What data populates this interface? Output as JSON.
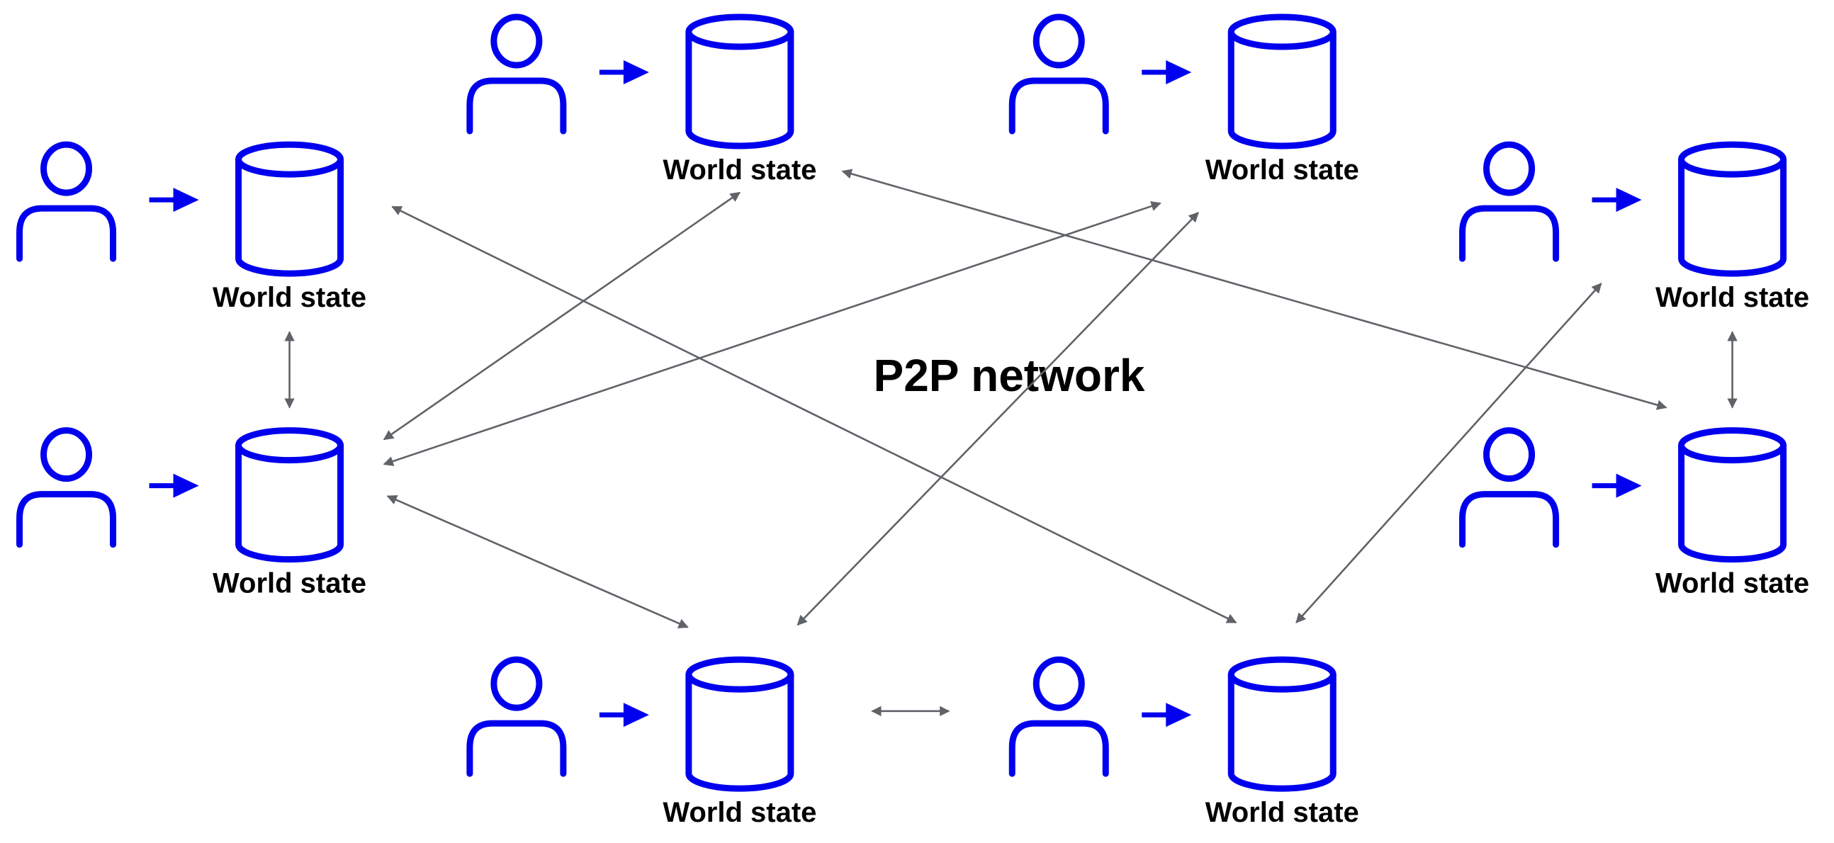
{
  "diagram": {
    "title": "P2P network",
    "colors": {
      "node": "#0000ee",
      "link": "#5f6368",
      "text": "#000000"
    },
    "nodes": [
      {
        "id": "a",
        "label": "World state",
        "icons": [
          "user-icon",
          "arrow-right-icon",
          "database-icon"
        ]
      },
      {
        "id": "b",
        "label": "World state",
        "icons": [
          "user-icon",
          "arrow-right-icon",
          "database-icon"
        ]
      },
      {
        "id": "c",
        "label": "World state",
        "icons": [
          "user-icon",
          "arrow-right-icon",
          "database-icon"
        ]
      },
      {
        "id": "d",
        "label": "World state",
        "icons": [
          "user-icon",
          "arrow-right-icon",
          "database-icon"
        ]
      },
      {
        "id": "e",
        "label": "World state",
        "icons": [
          "user-icon",
          "arrow-right-icon",
          "database-icon"
        ]
      },
      {
        "id": "f",
        "label": "World state",
        "icons": [
          "user-icon",
          "arrow-right-icon",
          "database-icon"
        ]
      },
      {
        "id": "g",
        "label": "World state",
        "icons": [
          "user-icon",
          "arrow-right-icon",
          "database-icon"
        ]
      },
      {
        "id": "h",
        "label": "World state",
        "icons": [
          "user-icon",
          "arrow-right-icon",
          "database-icon"
        ]
      }
    ],
    "links": [
      {
        "from": "a",
        "to": "b",
        "bidirectional": true
      },
      {
        "from": "a",
        "to": "h",
        "bidirectional": true
      },
      {
        "from": "c",
        "to": "b",
        "bidirectional": true
      },
      {
        "from": "d",
        "to": "b",
        "bidirectional": true
      },
      {
        "from": "b",
        "to": "g",
        "bidirectional": true
      },
      {
        "from": "c",
        "to": "f",
        "bidirectional": true
      },
      {
        "from": "d",
        "to": "g",
        "bidirectional": true
      },
      {
        "from": "e",
        "to": "h",
        "bidirectional": true
      },
      {
        "from": "e",
        "to": "f",
        "bidirectional": true
      },
      {
        "from": "g",
        "to": "h",
        "bidirectional": true
      }
    ]
  }
}
